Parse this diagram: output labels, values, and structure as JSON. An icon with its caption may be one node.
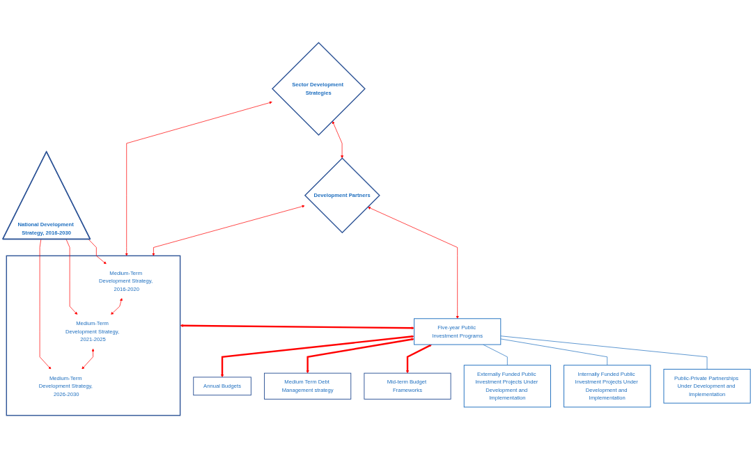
{
  "diagram": {
    "nodes": [
      {
        "text": [
          "Sector Development Strategies"
        ]
      },
      {
        "text": [
          "Development Partners"
        ]
      },
      {
        "text": [
          "National Development Strategy, 2016-2030"
        ]
      },
      {
        "text": [],
        "shape": "box"
      },
      {
        "text": [
          "Medium-Term Development Strategy, 2016-2020"
        ],
        "in": 3
      },
      {
        "text": [
          "Medium-Term Development Strategy, 2021-2025"
        ],
        "in": 3
      },
      {
        "text": [
          "Medium-Term Development Strategy, 2026-2030"
        ],
        "in": 3
      },
      {
        "text": [
          "Five-year Public Investment Programs"
        ]
      },
      {
        "text": [
          "Annual Budgets"
        ]
      },
      {
        "text": [
          "Medium Term Debt Management strategy"
        ]
      },
      {
        "text": [
          "Mid-term Budget Frameworks"
        ]
      },
      {
        "text": [
          "Externally Funded Public Investment Projects Under Development and Implementation"
        ]
      },
      {
        "text": [
          "Internally Funded Public Investment Projects Under Development and Implementation"
        ]
      },
      {
        "text": [
          "Public-Private Partnerships Under Development and Implementation"
        ]
      }
    ],
    "edges": [
      {
        "from": 0,
        "to": 1,
        "arrow": "both"
      },
      {
        "from": 0,
        "to": 3,
        "arrow": "both"
      },
      {
        "from": 1,
        "to": 3,
        "arrow": "both"
      },
      {
        "from": 2,
        "to": 4,
        "arrow": "to"
      },
      {
        "from": 2,
        "to": 5,
        "arrow": "to"
      },
      {
        "from": 2,
        "to": 6,
        "arrow": "to"
      },
      {
        "from": 4,
        "to": 5,
        "arrow": "both"
      },
      {
        "from": 5,
        "to": 6,
        "arrow": "both"
      },
      {
        "from": 3,
        "to": 7,
        "arrow": "both",
        "style": "thick"
      },
      {
        "from": 1,
        "to": 7,
        "arrow": "both"
      },
      {
        "from": 7,
        "to": 8,
        "arrow": "both",
        "style": "thick"
      },
      {
        "from": 7,
        "to": 9,
        "arrow": "both",
        "style": "thick"
      },
      {
        "from": 7,
        "to": 10,
        "arrow": "both",
        "style": "thick"
      },
      {
        "from": 7,
        "to": 11,
        "arrow": "none",
        "color": "#1f6fbf"
      },
      {
        "from": 7,
        "to": 12,
        "arrow": "none",
        "color": "#1f6fbf"
      },
      {
        "from": 7,
        "to": 13,
        "arrow": "none",
        "color": "#1f6fbf"
      }
    ]
  }
}
